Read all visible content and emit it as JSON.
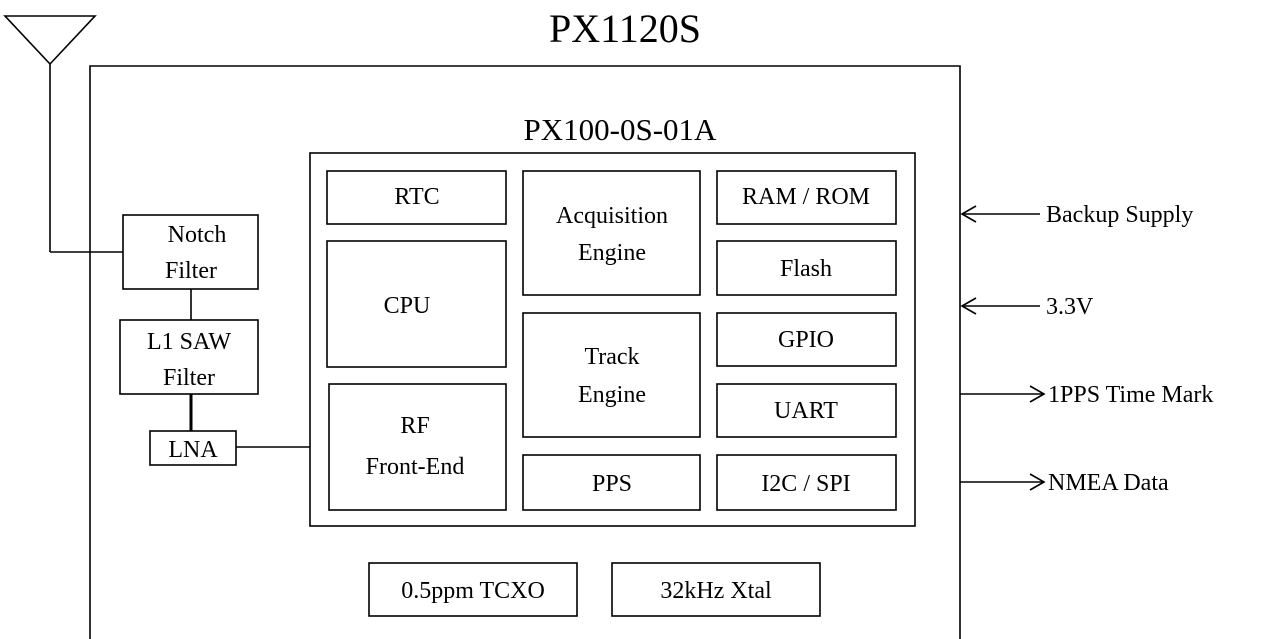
{
  "module": {
    "title": "PX1120S"
  },
  "chip": {
    "title": "PX100-0S-01A"
  },
  "blocks": {
    "rtc": "RTC",
    "cpu": "CPU",
    "rf_line1": "RF",
    "rf_line2": "Front-End",
    "acq_line1": "Acquisition",
    "acq_line2": "Engine",
    "track_line1": "Track",
    "track_line2": "Engine",
    "pps": "PPS",
    "ram_rom": "RAM / ROM",
    "flash": "Flash",
    "gpio": "GPIO",
    "uart": "UART",
    "i2c_spi": "I2C / SPI"
  },
  "frontend": {
    "notch_line1": "Notch",
    "notch_line2": "Filter",
    "saw_line1": "L1 SAW",
    "saw_line2": "Filter",
    "lna": "LNA"
  },
  "clocks": {
    "tcxo": "0.5ppm TCXO",
    "xtal": "32kHz Xtal"
  },
  "signals": {
    "backup_supply": "Backup Supply",
    "power": "3.3V",
    "pps_out": "1PPS Time Mark",
    "nmea": "NMEA Data"
  },
  "icons": [
    "antenna-icon",
    "arrow-in-icon",
    "arrow-out-icon"
  ]
}
